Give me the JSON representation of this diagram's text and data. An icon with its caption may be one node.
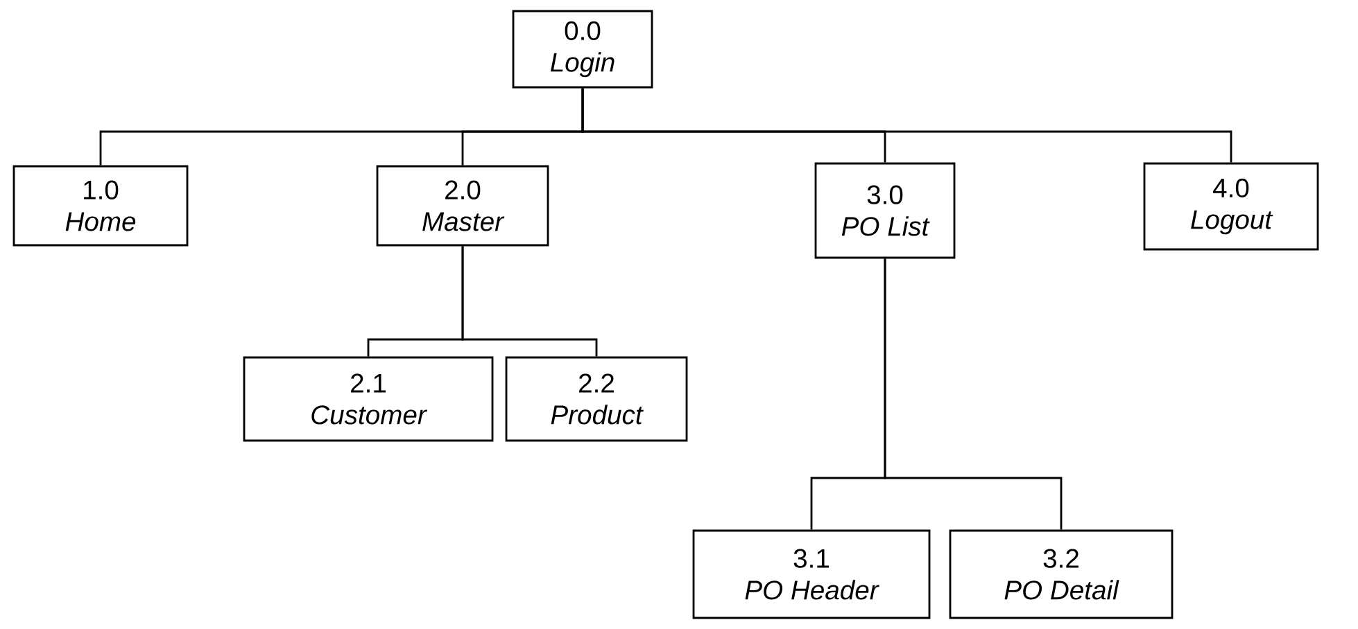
{
  "diagram": {
    "nodes": [
      {
        "text": [
          "0.0",
          "Login"
        ]
      },
      {
        "text": [
          "1.0",
          "Home"
        ]
      },
      {
        "text": [
          "2.0",
          "Master"
        ]
      },
      {
        "text": [
          "3.0",
          "PO List"
        ]
      },
      {
        "text": [
          "4.0",
          "Logout"
        ]
      },
      {
        "text": [
          "2.1",
          "Customer"
        ]
      },
      {
        "text": [
          "2.2",
          "Product"
        ]
      },
      {
        "text": [
          "3.1",
          "PO Header"
        ]
      },
      {
        "text": [
          "3.2",
          "PO Detail"
        ]
      }
    ],
    "edges": [
      {
        "from": 0,
        "to": 1,
        "arrow": "none"
      },
      {
        "from": 0,
        "to": 2,
        "arrow": "none"
      },
      {
        "from": 0,
        "to": 3,
        "arrow": "none"
      },
      {
        "from": 0,
        "to": 4,
        "arrow": "none"
      },
      {
        "from": 2,
        "to": 5,
        "arrow": "none"
      },
      {
        "from": 2,
        "to": 6,
        "arrow": "none"
      },
      {
        "from": 3,
        "to": 7,
        "arrow": "none"
      },
      {
        "from": 3,
        "to": 8,
        "arrow": "none"
      }
    ]
  }
}
